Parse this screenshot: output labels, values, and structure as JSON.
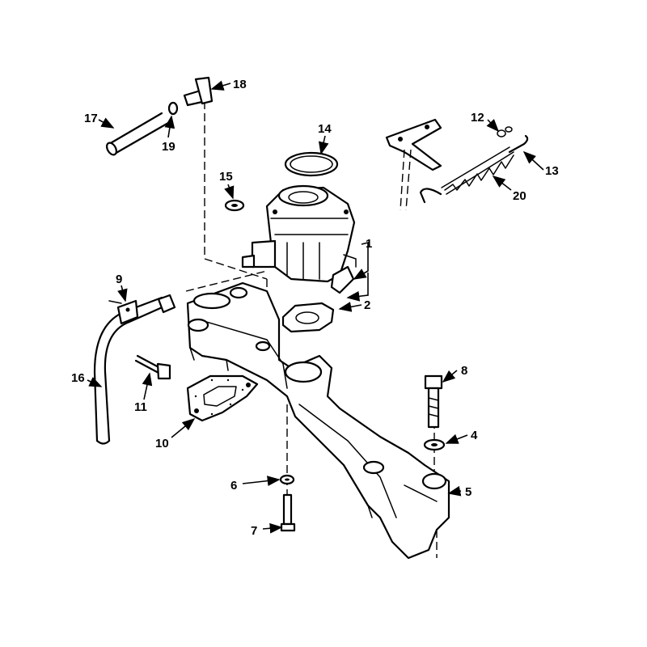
{
  "callouts": {
    "c1": "1",
    "c2": "2",
    "c4": "4",
    "c5": "5",
    "c6": "6",
    "c7": "7",
    "c8": "8",
    "c9": "9",
    "c10": "10",
    "c11": "11",
    "c12": "12",
    "c13": "13",
    "c14": "14",
    "c15": "15",
    "c16": "16",
    "c17": "17",
    "c18": "18",
    "c19": "19",
    "c20": "20"
  }
}
